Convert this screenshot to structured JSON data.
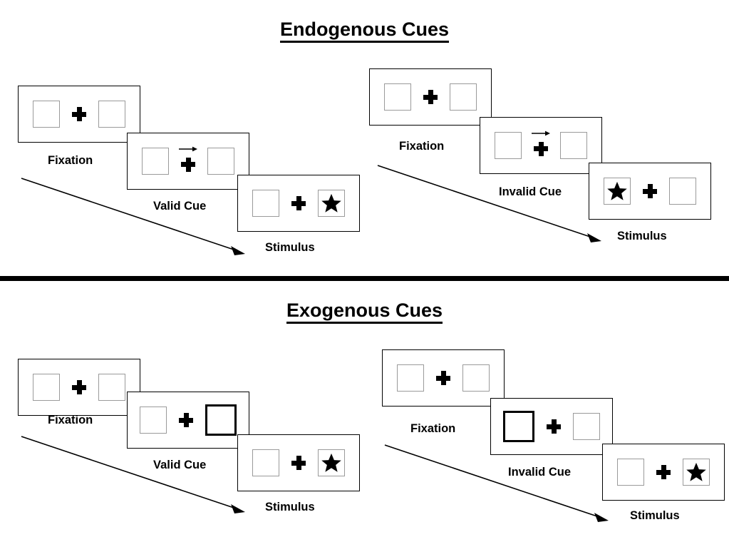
{
  "sections": [
    {
      "id": "endogenous",
      "title": "Endogenous Cues",
      "groups": [
        {
          "id": "endogenous-valid",
          "steps": [
            {
              "label": "Fixation",
              "left_box": "empty",
              "right_box": "empty",
              "arrow_cue": false
            },
            {
              "label": "Valid Cue",
              "left_box": "empty",
              "right_box": "empty",
              "arrow_cue": true
            },
            {
              "label": "Stimulus",
              "left_box": "empty",
              "right_box": "star",
              "arrow_cue": false
            }
          ]
        },
        {
          "id": "endogenous-invalid",
          "steps": [
            {
              "label": "Fixation",
              "left_box": "empty",
              "right_box": "empty",
              "arrow_cue": false
            },
            {
              "label": "Invalid Cue",
              "left_box": "empty",
              "right_box": "empty",
              "arrow_cue": true
            },
            {
              "label": "Stimulus",
              "left_box": "star",
              "right_box": "empty",
              "arrow_cue": false
            }
          ]
        }
      ]
    },
    {
      "id": "exogenous",
      "title": "Exogenous Cues",
      "groups": [
        {
          "id": "exogenous-valid",
          "steps": [
            {
              "label": "Fixation",
              "left_box": "empty",
              "right_box": "empty",
              "arrow_cue": false
            },
            {
              "label": "Valid Cue",
              "left_box": "empty",
              "right_box": "cued",
              "arrow_cue": false
            },
            {
              "label": "Stimulus",
              "left_box": "empty",
              "right_box": "star",
              "arrow_cue": false
            }
          ]
        },
        {
          "id": "exogenous-invalid",
          "steps": [
            {
              "label": "Fixation",
              "left_box": "empty",
              "right_box": "empty",
              "arrow_cue": false
            },
            {
              "label": "Invalid Cue",
              "left_box": "cued",
              "right_box": "empty",
              "arrow_cue": false
            },
            {
              "label": "Stimulus",
              "left_box": "empty",
              "right_box": "star",
              "arrow_cue": false
            }
          ]
        }
      ]
    }
  ],
  "labels": {
    "fixation": "Fixation",
    "valid_cue": "Valid Cue",
    "invalid_cue": "Invalid Cue",
    "stimulus": "Stimulus"
  },
  "icons": {
    "fixation_cross": "fixation-cross-icon",
    "direction_arrow": "right-arrow-cue-icon",
    "target": "star-target-icon",
    "time": "time-arrow-icon"
  },
  "colors": {
    "ink": "#000000",
    "panel_border": "#000000",
    "box_border": "#9a9a9a",
    "cued_box_border": "#000000",
    "background": "#ffffff"
  }
}
